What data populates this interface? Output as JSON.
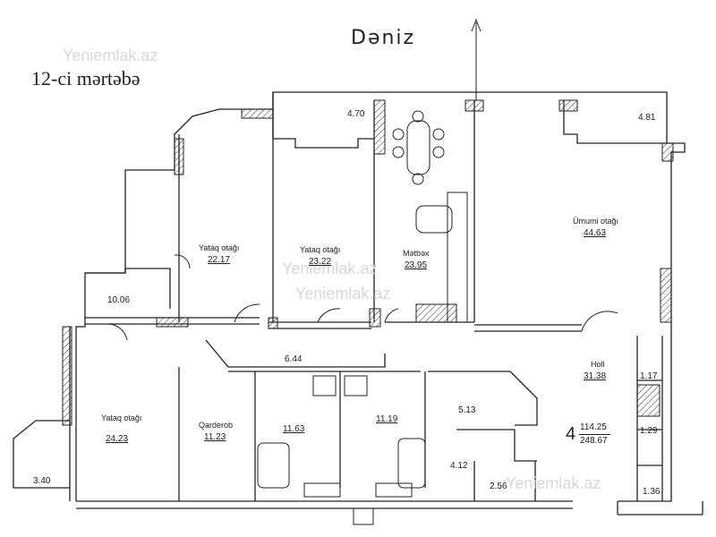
{
  "header": {
    "sea_label": "Dəniz",
    "floor_label": "12-ci mərtəbə"
  },
  "watermark": "Yeniemlak.az",
  "rooms": {
    "bedroom1": {
      "name": "Yataq otağı",
      "area": "22.17"
    },
    "bedroom2": {
      "name": "Yataq otağı",
      "area": "23.22"
    },
    "kitchen": {
      "name": "Mətbəx",
      "area": "23.95"
    },
    "living": {
      "name": "Ümumi otağı",
      "area": "44.63"
    },
    "hall": {
      "name": "Holl",
      "area": "31.38"
    },
    "bedroom3": {
      "name": "Yataq otağı",
      "area": "24.23"
    },
    "wardrobe": {
      "name": "Qarderob",
      "area": "11.23"
    },
    "bath1": {
      "area": "11.63"
    },
    "bath2": {
      "area": "11.19"
    }
  },
  "small_areas": {
    "balcony_a": "4.70",
    "balcony_b": "4.81",
    "room_10": "10.06",
    "corridor": "6.44",
    "storage_a": "5.13",
    "storage_b": "4.12",
    "storage_c": "2.56",
    "balcony_c": "3.40",
    "side_a": "1.17",
    "side_b": "1.29",
    "side_c": "1.36"
  },
  "apartment": {
    "number": "4",
    "area_living": "114.25",
    "area_total": "248.67"
  }
}
